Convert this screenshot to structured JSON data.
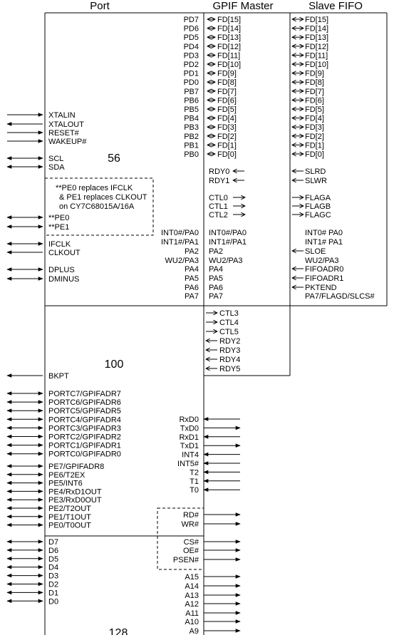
{
  "headers": {
    "port": "Port",
    "gpif": "GPIF Master",
    "slave": "Slave FIFO"
  },
  "package_labels": {
    "p56": "56",
    "p100": "100",
    "p128": "128"
  },
  "note": [
    "**PE0 replaces IFCLK",
    "& PE1 replaces CLKOUT",
    "on CY7C68015A/16A"
  ],
  "left_pins_56": [
    {
      "label": "XTALIN",
      "arrow": "in"
    },
    {
      "label": "XTALOUT",
      "arrow": "out"
    },
    {
      "label": "RESET#",
      "arrow": "in"
    },
    {
      "label": "WAKEUP#",
      "arrow": "in"
    },
    {
      "label": "SCL",
      "arrow": "bi"
    },
    {
      "label": "SDA",
      "arrow": "bi"
    },
    {
      "label": "**PE0",
      "arrow": "bi"
    },
    {
      "label": "**PE1",
      "arrow": "bi"
    },
    {
      "label": "IFCLK",
      "arrow": "bi"
    },
    {
      "label": "CLKOUT",
      "arrow": "out"
    },
    {
      "label": "DPLUS",
      "arrow": "bi"
    },
    {
      "label": "DMINUS",
      "arrow": "bi"
    }
  ],
  "port_right_56": [
    "PD7",
    "PD6",
    "PD5",
    "PD4",
    "PD3",
    "PD2",
    "PD1",
    "PD0",
    "PB7",
    "PB6",
    "PB5",
    "PB4",
    "PB3",
    "PB2",
    "PB1",
    "PB0"
  ],
  "port_pa_56": [
    "INT0#/PA0",
    "INT1#/PA1",
    "PA2",
    "WU2/PA3",
    "PA4",
    "PA5",
    "PA6",
    "PA7"
  ],
  "gpif_fd": [
    "FD[15]",
    "FD[14]",
    "FD[13]",
    "FD[12]",
    "FD[11]",
    "FD[10]",
    "FD[9]",
    "FD[8]",
    "FD[7]",
    "FD[6]",
    "FD[5]",
    "FD[4]",
    "FD[3]",
    "FD[2]",
    "FD[1]",
    "FD[0]"
  ],
  "gpif_rdy": [
    "RDY0",
    "RDY1"
  ],
  "gpif_ctl": [
    "CTL0",
    "CTL1",
    "CTL2"
  ],
  "gpif_pa": [
    "INT0#/PA0",
    "INT1#/PA1",
    "PA2",
    "WU2/PA3",
    "PA4",
    "PA5",
    "PA6",
    "PA7"
  ],
  "slave_fd": [
    "FD[15]",
    "FD[14]",
    "FD[13]",
    "FD[12]",
    "FD[11]",
    "FD[10]",
    "FD[9]",
    "FD[8]",
    "FD[7]",
    "FD[6]",
    "FD[5]",
    "FD[4]",
    "FD[3]",
    "FD[2]",
    "FD[1]",
    "FD[0]"
  ],
  "slave_in": [
    "SLRD",
    "SLWR"
  ],
  "slave_flags": [
    "FLAGA",
    "FLAGB",
    "FLAGC"
  ],
  "slave_pa": [
    {
      "label": "INT0# PA0",
      "arrow": "none"
    },
    {
      "label": "INT1# PA1",
      "arrow": "none"
    },
    {
      "label": "SLOE",
      "arrow": "in"
    },
    {
      "label": "WU2/PA3",
      "arrow": "none"
    },
    {
      "label": "FIFOADR0",
      "arrow": "in"
    },
    {
      "label": "FIFOADR1",
      "arrow": "in"
    },
    {
      "label": "PKTEND",
      "arrow": "in"
    },
    {
      "label": "PA7/FLAGD/SLCS#",
      "arrow": "none"
    }
  ],
  "gpif_100_extra": [
    {
      "label": "CTL3",
      "arrow": "out"
    },
    {
      "label": "CTL4",
      "arrow": "out"
    },
    {
      "label": "CTL5",
      "arrow": "out"
    },
    {
      "label": "RDY2",
      "arrow": "in"
    },
    {
      "label": "RDY3",
      "arrow": "in"
    },
    {
      "label": "RDY4",
      "arrow": "in"
    },
    {
      "label": "RDY5",
      "arrow": "in"
    }
  ],
  "bkpt": "BKPT",
  "portc": [
    "PORTC7/GPIFADR7",
    "PORTC6/GPIFADR6",
    "PORTC5/GPIFADR5",
    "PORTC4/GPIFADR4",
    "PORTC3/GPIFADR3",
    "PORTC2/GPIFADR2",
    "PORTC1/GPIFADR1",
    "PORTC0/GPIFADR0"
  ],
  "porte": [
    "PE7/GPIFADR8",
    "PE6/T2EX",
    "PE5/INT6",
    "PE4/RxD1OUT",
    "PE3/RxD0OUT",
    "PE2/T2OUT",
    "PE1/T1OUT",
    "PE0/T0OUT"
  ],
  "right_100": [
    {
      "label": "RxD0",
      "arrow": "in"
    },
    {
      "label": "TxD0",
      "arrow": "out"
    },
    {
      "label": "RxD1",
      "arrow": "in"
    },
    {
      "label": "TxD1",
      "arrow": "out"
    },
    {
      "label": "INT4",
      "arrow": "in"
    },
    {
      "label": "INT5#",
      "arrow": "in"
    },
    {
      "label": "T2",
      "arrow": "in"
    },
    {
      "label": "T1",
      "arrow": "in"
    },
    {
      "label": "T0",
      "arrow": "in"
    }
  ],
  "rdwr": [
    "RD#",
    "WR#"
  ],
  "d_pins": [
    "D7",
    "D6",
    "D5",
    "D4",
    "D3",
    "D2",
    "D1",
    "D0"
  ],
  "right_128": [
    "CS#",
    "OE#",
    "PSEN#",
    "A15",
    "A14",
    "A13",
    "A12",
    "A11",
    "A10",
    "A9"
  ]
}
